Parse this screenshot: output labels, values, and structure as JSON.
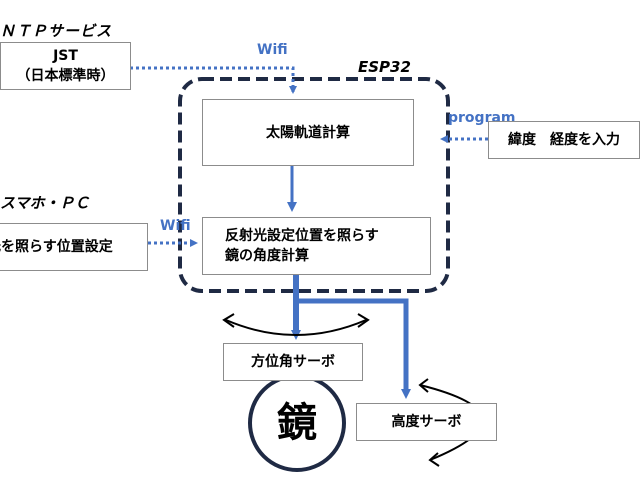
{
  "labels": {
    "ntp_service": "ＮＴＰサービス",
    "smartphone_pc": "スマホ・ＰＣ",
    "esp32": "ESP32",
    "wifi_top": "Wifi",
    "wifi_mid": "Wifi",
    "program": "program"
  },
  "boxes": {
    "jst_line1": "JST",
    "jst_line2": "（日本標準時）",
    "solar_orbit": "太陽軌道計算",
    "latlon_input": "緯度　経度を入力",
    "position_setting": "光を照らす位置設定",
    "angle_calc_line1": "反射光設定位置を照らす",
    "angle_calc_line2": "鏡の角度計算",
    "azimuth_servo": "方位角サーボ",
    "mirror": "鏡",
    "altitude_servo": "高度サーボ"
  },
  "colors": {
    "flow_blue": "#4472c4",
    "esp32_border": "#1f2a44",
    "box_border": "#8c8c8c"
  }
}
